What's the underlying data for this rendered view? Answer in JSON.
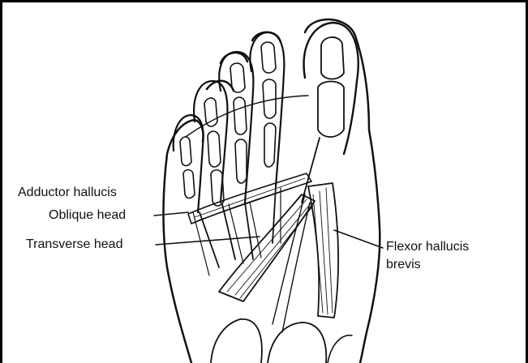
{
  "labels": {
    "adductor_hallucis": "Adductor hallucis",
    "oblique_head": "Oblique head",
    "transverse_head": "Transverse head",
    "flexor_line1": "Flexor hallucis",
    "flexor_line2": "brevis"
  }
}
